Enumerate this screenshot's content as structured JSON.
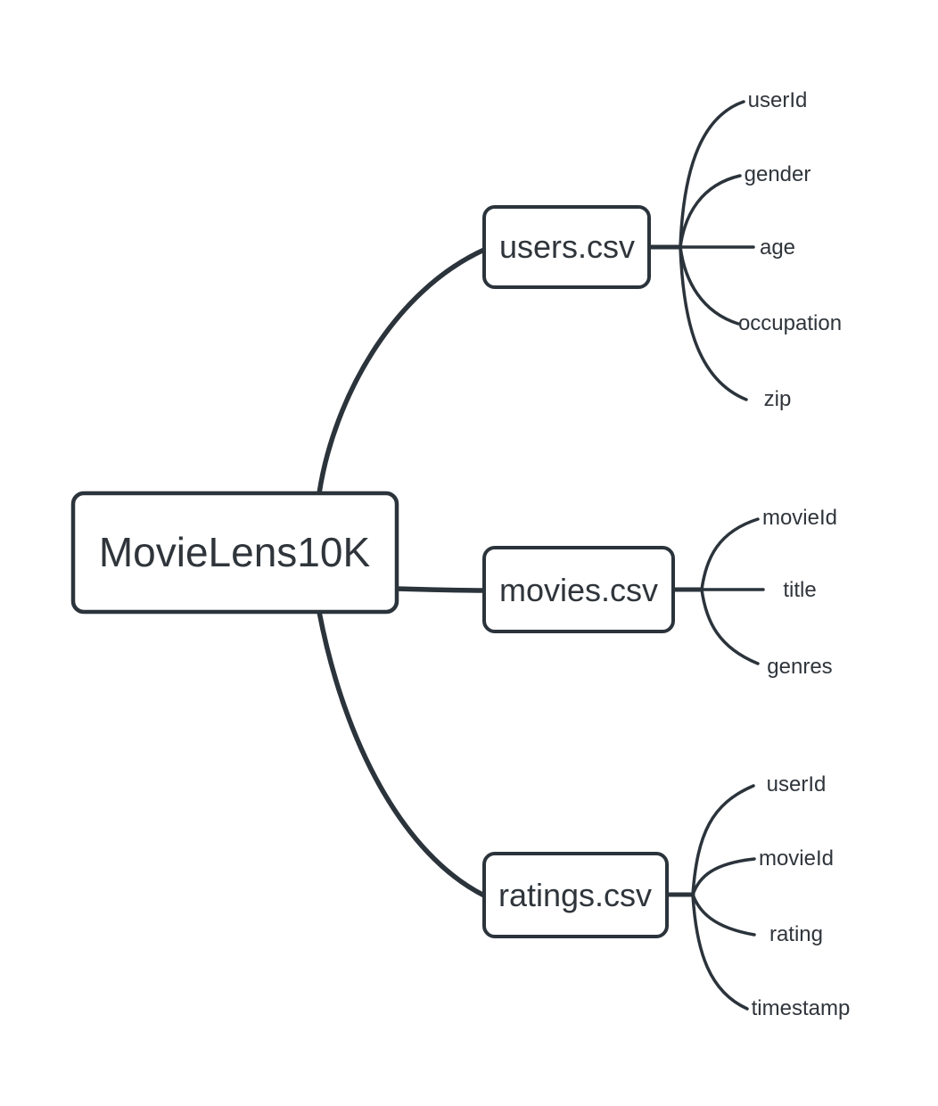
{
  "diagram": {
    "type": "mindmap",
    "root": {
      "label": "MovieLens10K"
    },
    "children": [
      {
        "label": "users.csv",
        "fields": [
          "userId",
          "gender",
          "age",
          "occupation",
          "zip"
        ]
      },
      {
        "label": "movies.csv",
        "fields": [
          "movieId",
          "title",
          "genres"
        ]
      },
      {
        "label": "ratings.csv",
        "fields": [
          "userId",
          "movieId",
          "rating",
          "timestamp"
        ]
      }
    ],
    "colors": {
      "line": "#2b333b",
      "text": "#2f353b",
      "node_fill": "#ffffff",
      "background": "#ffffff"
    }
  }
}
